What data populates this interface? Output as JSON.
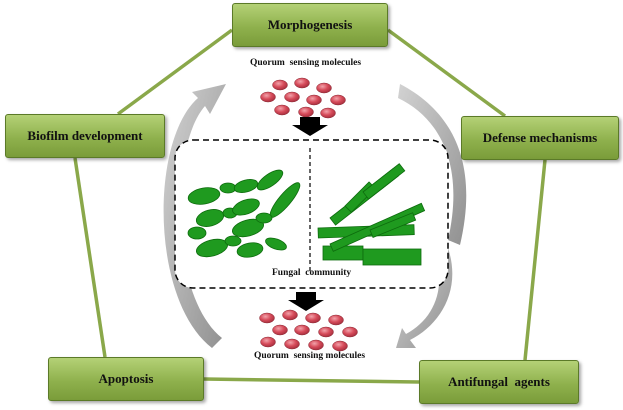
{
  "nodes": {
    "morphogenesis": "Morphogenesis",
    "biofilm": "Biofilm development",
    "defense": "Defense mechanisms",
    "apoptosis": "Apoptosis",
    "antifungal": "Antifungal  agents"
  },
  "labels": {
    "qs_top": "Quorum  sensing molecules",
    "qs_bottom": "Quorum  sensing molecules",
    "fungal_community": "Fungal  community"
  },
  "colors": {
    "box_fill": "#8fb14d",
    "box_border": "#5b7a28",
    "connector": "#8aa84a",
    "fungus": "#1f9a1f",
    "molecule": "#d64b5a",
    "curved_arrow": "#9a9a9a"
  }
}
